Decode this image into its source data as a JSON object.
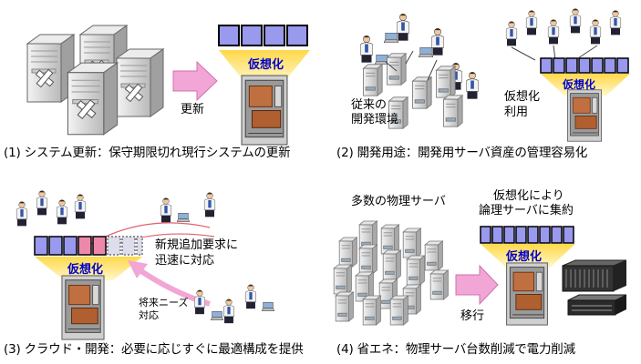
{
  "panels": [
    {
      "caption": "(1) システム更新：保守期限切れ現行システムの更新",
      "labels": {
        "arrow": "更新",
        "virtualization": "仮想化"
      }
    },
    {
      "caption": "(2) 開発用途：開発用サーバ資産の管理容易化",
      "labels": {
        "legacy_line1": "従来の",
        "legacy_line2": "開発環境",
        "virt_use_line1": "仮想化",
        "virt_use_line2": "利用",
        "virtualization": "仮想化"
      }
    },
    {
      "caption": "(3) クラウド・開発：必要に応じすぐに最適構成を提供",
      "labels": {
        "rapid_line1": "新規追加要求に",
        "rapid_line2": "迅速に対応",
        "future_line1": "将来ニーズ",
        "future_line2": "対応",
        "virtualization": "仮想化"
      }
    },
    {
      "caption": "(4) 省エネ：物理サーバ台数削減で電力削減",
      "labels": {
        "many_servers": "多数の物理サーバ",
        "consolidate_line1": "仮想化により",
        "consolidate_line2": "論理サーバに集約",
        "migrate": "移行",
        "virtualization": "仮想化"
      }
    }
  ],
  "colors": {
    "vm_block": "#9999ee",
    "vm_block_red": "#ee88aa",
    "halo": "#ffdd55",
    "arrow_pink": "#f2a6d6",
    "label_blue": "#0000cc"
  }
}
